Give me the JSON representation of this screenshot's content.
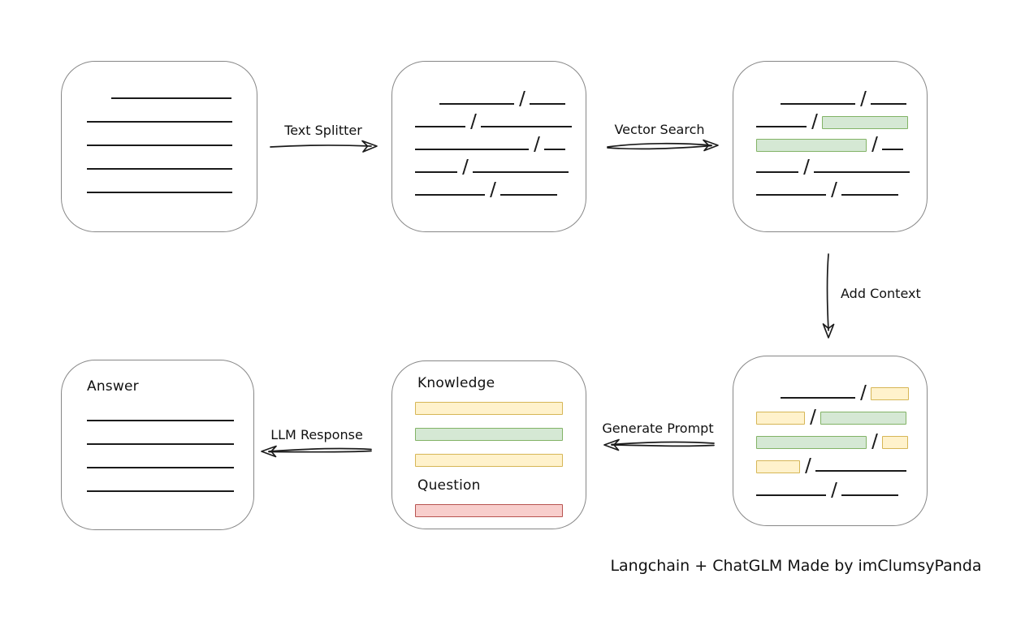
{
  "caption": "Langchain + ChatGLM Made by imClumsyPanda",
  "arrows": {
    "text_splitter": "Text Splitter",
    "vector_search": "Vector Search",
    "add_context": "Add Context",
    "generate_prompt": "Generate Prompt",
    "llm_response": "LLM Response"
  },
  "boxes": {
    "document": {
      "rows": [
        [
          {
            "t": "space",
            "w": 30
          },
          {
            "t": "line",
            "w": 148
          }
        ],
        [
          {
            "t": "line",
            "w": 179
          }
        ],
        [
          {
            "t": "line",
            "w": 179
          }
        ],
        [
          {
            "t": "line",
            "w": 179
          }
        ],
        [
          {
            "t": "line",
            "w": 179
          }
        ]
      ]
    },
    "chunks": {
      "rows": [
        [
          {
            "t": "space",
            "w": 30
          },
          {
            "t": "line",
            "w": 92
          },
          {
            "t": "slash"
          },
          {
            "t": "line",
            "w": 44
          }
        ],
        [
          {
            "t": "line",
            "w": 62
          },
          {
            "t": "slash"
          },
          {
            "t": "line",
            "w": 112
          }
        ],
        [
          {
            "t": "line",
            "w": 140
          },
          {
            "t": "slash"
          },
          {
            "t": "line",
            "w": 26
          }
        ],
        [
          {
            "t": "line",
            "w": 52
          },
          {
            "t": "slash"
          },
          {
            "t": "line",
            "w": 118
          }
        ],
        [
          {
            "t": "line",
            "w": 86
          },
          {
            "t": "slash"
          },
          {
            "t": "line",
            "w": 70
          }
        ]
      ]
    },
    "search_results": {
      "rows": [
        [
          {
            "t": "space",
            "w": 30
          },
          {
            "t": "line",
            "w": 92
          },
          {
            "t": "slash"
          },
          {
            "t": "line",
            "w": 44
          }
        ],
        [
          {
            "t": "line",
            "w": 62
          },
          {
            "t": "slash"
          },
          {
            "t": "green",
            "w": 104
          }
        ],
        [
          {
            "t": "green",
            "w": 134
          },
          {
            "t": "slash"
          },
          {
            "t": "line",
            "w": 26
          }
        ],
        [
          {
            "t": "line",
            "w": 52
          },
          {
            "t": "slash"
          },
          {
            "t": "line",
            "w": 118
          }
        ],
        [
          {
            "t": "line",
            "w": 86
          },
          {
            "t": "slash"
          },
          {
            "t": "line",
            "w": 70
          }
        ]
      ]
    },
    "context": {
      "rows": [
        [
          {
            "t": "space",
            "w": 30
          },
          {
            "t": "line",
            "w": 92
          },
          {
            "t": "slash"
          },
          {
            "t": "yellow",
            "w": 45
          }
        ],
        [
          {
            "t": "yellow",
            "w": 58
          },
          {
            "t": "slash"
          },
          {
            "t": "green",
            "w": 104
          }
        ],
        [
          {
            "t": "green",
            "w": 134
          },
          {
            "t": "slash"
          },
          {
            "t": "yellow",
            "w": 30
          }
        ],
        [
          {
            "t": "yellow",
            "w": 52
          },
          {
            "t": "slash"
          },
          {
            "t": "line",
            "w": 112
          }
        ],
        [
          {
            "t": "line",
            "w": 86
          },
          {
            "t": "slash"
          },
          {
            "t": "line",
            "w": 70
          }
        ]
      ]
    },
    "prompt": {
      "knowledge_label": "Knowledge",
      "question_label": "Question",
      "knowledge_rows": [
        [
          {
            "t": "yellow",
            "w": 180
          }
        ],
        [
          {
            "t": "green",
            "w": 180
          }
        ],
        [
          {
            "t": "yellow",
            "w": 180
          }
        ]
      ],
      "question_rows": [
        [
          {
            "t": "red",
            "w": 180
          }
        ]
      ]
    },
    "answer": {
      "label": "Answer",
      "rows": [
        [
          {
            "t": "line",
            "w": 181
          }
        ],
        [
          {
            "t": "line",
            "w": 181
          }
        ],
        [
          {
            "t": "line",
            "w": 181
          }
        ],
        [
          {
            "t": "line",
            "w": 181
          }
        ]
      ]
    }
  },
  "colors": {
    "green_fill": "#d5e8d4",
    "green_stroke": "#82b366",
    "yellow_fill": "#fff2cc",
    "yellow_stroke": "#d6b656",
    "red_fill": "#f8cecc",
    "red_stroke": "#b85450",
    "box_stroke": "#878787",
    "line": "#1b1b1b"
  }
}
